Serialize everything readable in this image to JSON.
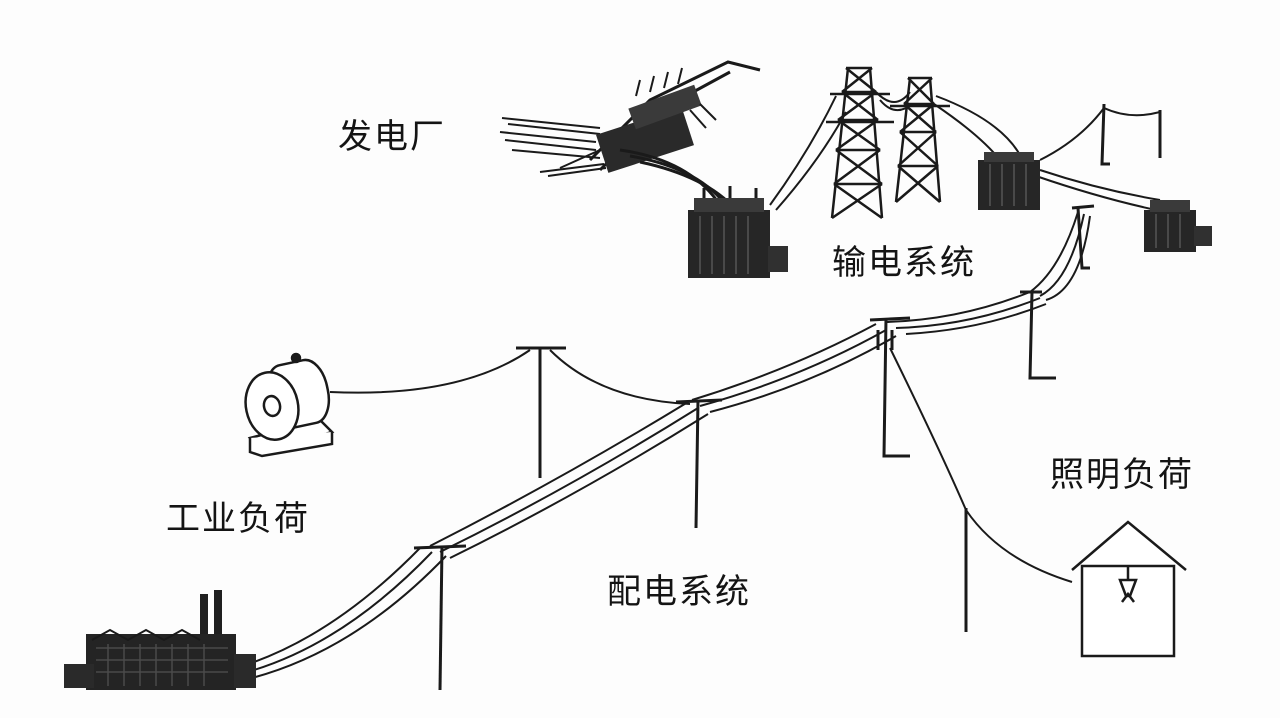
{
  "labels": {
    "power_plant": "发电厂",
    "transmission_system": "输电系统",
    "industrial_load": "工业负荷",
    "distribution_system": "配电系统",
    "lighting_load": "照明负荷"
  },
  "colors": {
    "ink": "#141414",
    "dark_fill": "#2a2a2a",
    "background": "#fdfdfd"
  },
  "icons": {
    "power_plant": "power-plant-icon",
    "transmission_tower": "transmission-tower-icon",
    "transformer": "transformer-icon",
    "motor": "motor-icon",
    "factory": "factory-icon",
    "house": "house-icon",
    "lamp": "lamp-icon"
  }
}
